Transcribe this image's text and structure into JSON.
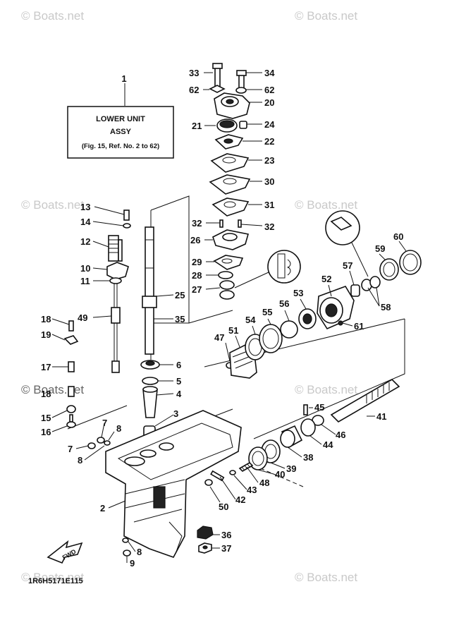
{
  "watermark": "© Boats.net",
  "drawing_code": "1R6H5171E115",
  "fwd_label": "FWD",
  "callout_box": {
    "line1": "LOWER UNIT",
    "line2": "ASSY",
    "line3": "(Fig. 15, Ref. No. 2 to 62)"
  },
  "callout_box_ref": "1",
  "parts": [
    {
      "ref": "33"
    },
    {
      "ref": "34"
    },
    {
      "ref": "62"
    },
    {
      "ref": "62"
    },
    {
      "ref": "20"
    },
    {
      "ref": "21"
    },
    {
      "ref": "24"
    },
    {
      "ref": "22"
    },
    {
      "ref": "23"
    },
    {
      "ref": "30"
    },
    {
      "ref": "31"
    },
    {
      "ref": "32"
    },
    {
      "ref": "32"
    },
    {
      "ref": "26"
    },
    {
      "ref": "29"
    },
    {
      "ref": "28"
    },
    {
      "ref": "27"
    },
    {
      "ref": "25"
    },
    {
      "ref": "35"
    },
    {
      "ref": "6"
    },
    {
      "ref": "5"
    },
    {
      "ref": "4"
    },
    {
      "ref": "3"
    },
    {
      "ref": "13"
    },
    {
      "ref": "14"
    },
    {
      "ref": "12"
    },
    {
      "ref": "10"
    },
    {
      "ref": "11"
    },
    {
      "ref": "49"
    },
    {
      "ref": "18"
    },
    {
      "ref": "19"
    },
    {
      "ref": "17"
    },
    {
      "ref": "18"
    },
    {
      "ref": "15"
    },
    {
      "ref": "16"
    },
    {
      "ref": "7"
    },
    {
      "ref": "8"
    },
    {
      "ref": "7"
    },
    {
      "ref": "8"
    },
    {
      "ref": "2"
    },
    {
      "ref": "8"
    },
    {
      "ref": "9"
    },
    {
      "ref": "36"
    },
    {
      "ref": "37"
    },
    {
      "ref": "50"
    },
    {
      "ref": "42"
    },
    {
      "ref": "43"
    },
    {
      "ref": "48"
    },
    {
      "ref": "40"
    },
    {
      "ref": "39"
    },
    {
      "ref": "38"
    },
    {
      "ref": "44"
    },
    {
      "ref": "46"
    },
    {
      "ref": "45"
    },
    {
      "ref": "41"
    },
    {
      "ref": "47"
    },
    {
      "ref": "51"
    },
    {
      "ref": "54"
    },
    {
      "ref": "55"
    },
    {
      "ref": "56"
    },
    {
      "ref": "53"
    },
    {
      "ref": "52"
    },
    {
      "ref": "57"
    },
    {
      "ref": "58"
    },
    {
      "ref": "59"
    },
    {
      "ref": "60"
    },
    {
      "ref": "61"
    }
  ]
}
